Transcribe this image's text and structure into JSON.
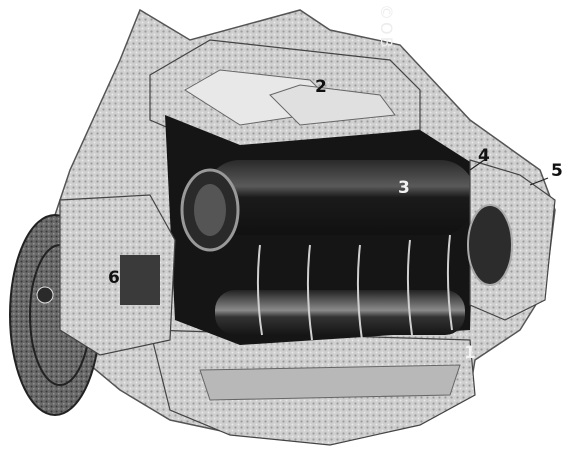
{
  "figure": {
    "callouts": [
      "1",
      "2",
      "3",
      "4",
      "5",
      "6"
    ],
    "watermark_text": "©ОВ"
  },
  "colors": {
    "background": "#ffffff",
    "metal_light": "#d8d8d8",
    "metal_mid": "#9a9a9a",
    "metal_dark": "#3a3a3a",
    "rotor": "#1c1c1c"
  }
}
